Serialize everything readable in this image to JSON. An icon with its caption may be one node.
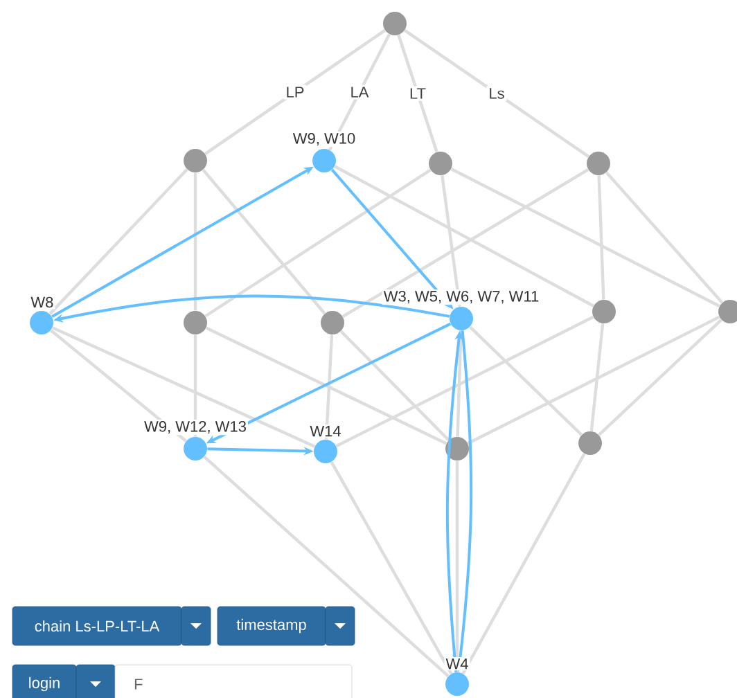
{
  "diagram": {
    "nodes": [
      {
        "text": [],
        "shape": "circle"
      },
      {
        "text": [],
        "shape": "circle"
      },
      {
        "text": [
          "W9, W10"
        ]
      },
      {
        "text": [],
        "shape": "circle"
      },
      {
        "text": [],
        "shape": "circle"
      },
      {
        "text": [
          "W8"
        ]
      },
      {
        "text": [],
        "shape": "circle"
      },
      {
        "text": [],
        "shape": "circle"
      },
      {
        "text": [
          "W3, W5, W6, W7, W11"
        ]
      },
      {
        "text": [],
        "shape": "circle"
      },
      {
        "text": [],
        "shape": "circle"
      },
      {
        "text": [
          "W9, W12, W13"
        ]
      },
      {
        "text": [
          "W14"
        ]
      },
      {
        "text": [],
        "shape": "circle"
      },
      {
        "text": [],
        "shape": "circle"
      },
      {
        "text": [
          "W4"
        ]
      }
    ],
    "edges": [
      {
        "from": 0,
        "to": 1,
        "arrow": "none",
        "label": "LP"
      },
      {
        "from": 0,
        "to": 2,
        "arrow": "none",
        "label": "LA"
      },
      {
        "from": 0,
        "to": 3,
        "arrow": "none",
        "label": "LT"
      },
      {
        "from": 0,
        "to": 4,
        "arrow": "none",
        "label": "Ls"
      },
      {
        "from": 1,
        "to": 5,
        "arrow": "none"
      },
      {
        "from": 1,
        "to": 6,
        "arrow": "none"
      },
      {
        "from": 1,
        "to": 7,
        "arrow": "none"
      },
      {
        "from": 2,
        "to": 9,
        "arrow": "none"
      },
      {
        "from": 3,
        "to": 6,
        "arrow": "none"
      },
      {
        "from": 3,
        "to": 8,
        "arrow": "none"
      },
      {
        "from": 3,
        "to": 10,
        "arrow": "none"
      },
      {
        "from": 4,
        "to": 7,
        "arrow": "none"
      },
      {
        "from": 4,
        "to": 9,
        "arrow": "none"
      },
      {
        "from": 4,
        "to": 10,
        "arrow": "none"
      },
      {
        "from": 5,
        "to": 11,
        "arrow": "none"
      },
      {
        "from": 5,
        "to": 12,
        "arrow": "none"
      },
      {
        "from": 6,
        "to": 11,
        "arrow": "none"
      },
      {
        "from": 6,
        "to": 13,
        "arrow": "none"
      },
      {
        "from": 7,
        "to": 12,
        "arrow": "none"
      },
      {
        "from": 7,
        "to": 13,
        "arrow": "none"
      },
      {
        "from": 8,
        "to": 13,
        "arrow": "none"
      },
      {
        "from": 8,
        "to": 14,
        "arrow": "none"
      },
      {
        "from": 9,
        "to": 12,
        "arrow": "none"
      },
      {
        "from": 9,
        "to": 14,
        "arrow": "none"
      },
      {
        "from": 10,
        "to": 13,
        "arrow": "none"
      },
      {
        "from": 10,
        "to": 14,
        "arrow": "none"
      },
      {
        "from": 11,
        "to": 15,
        "arrow": "none"
      },
      {
        "from": 12,
        "to": 15,
        "arrow": "none"
      },
      {
        "from": 13,
        "to": 15,
        "arrow": "none"
      },
      {
        "from": 14,
        "to": 15,
        "arrow": "none"
      },
      {
        "from": 5,
        "to": 2,
        "arrow": "to",
        "color": "#64bfff"
      },
      {
        "from": 2,
        "to": 8,
        "arrow": "to",
        "color": "#64bfff"
      },
      {
        "from": 8,
        "to": 5,
        "arrow": "to",
        "color": "#64bfff"
      },
      {
        "from": 8,
        "to": 11,
        "arrow": "to",
        "color": "#64bfff"
      },
      {
        "from": 11,
        "to": 12,
        "arrow": "to",
        "color": "#64bfff"
      },
      {
        "from": 15,
        "to": 8,
        "arrow": "to",
        "color": "#64bfff"
      },
      {
        "from": 8,
        "to": 15,
        "arrow": "to",
        "color": "#64bfff"
      }
    ],
    "labels": [
      "chain Ls-LP-LT-LA",
      "timestamp",
      "login",
      "F"
    ]
  }
}
